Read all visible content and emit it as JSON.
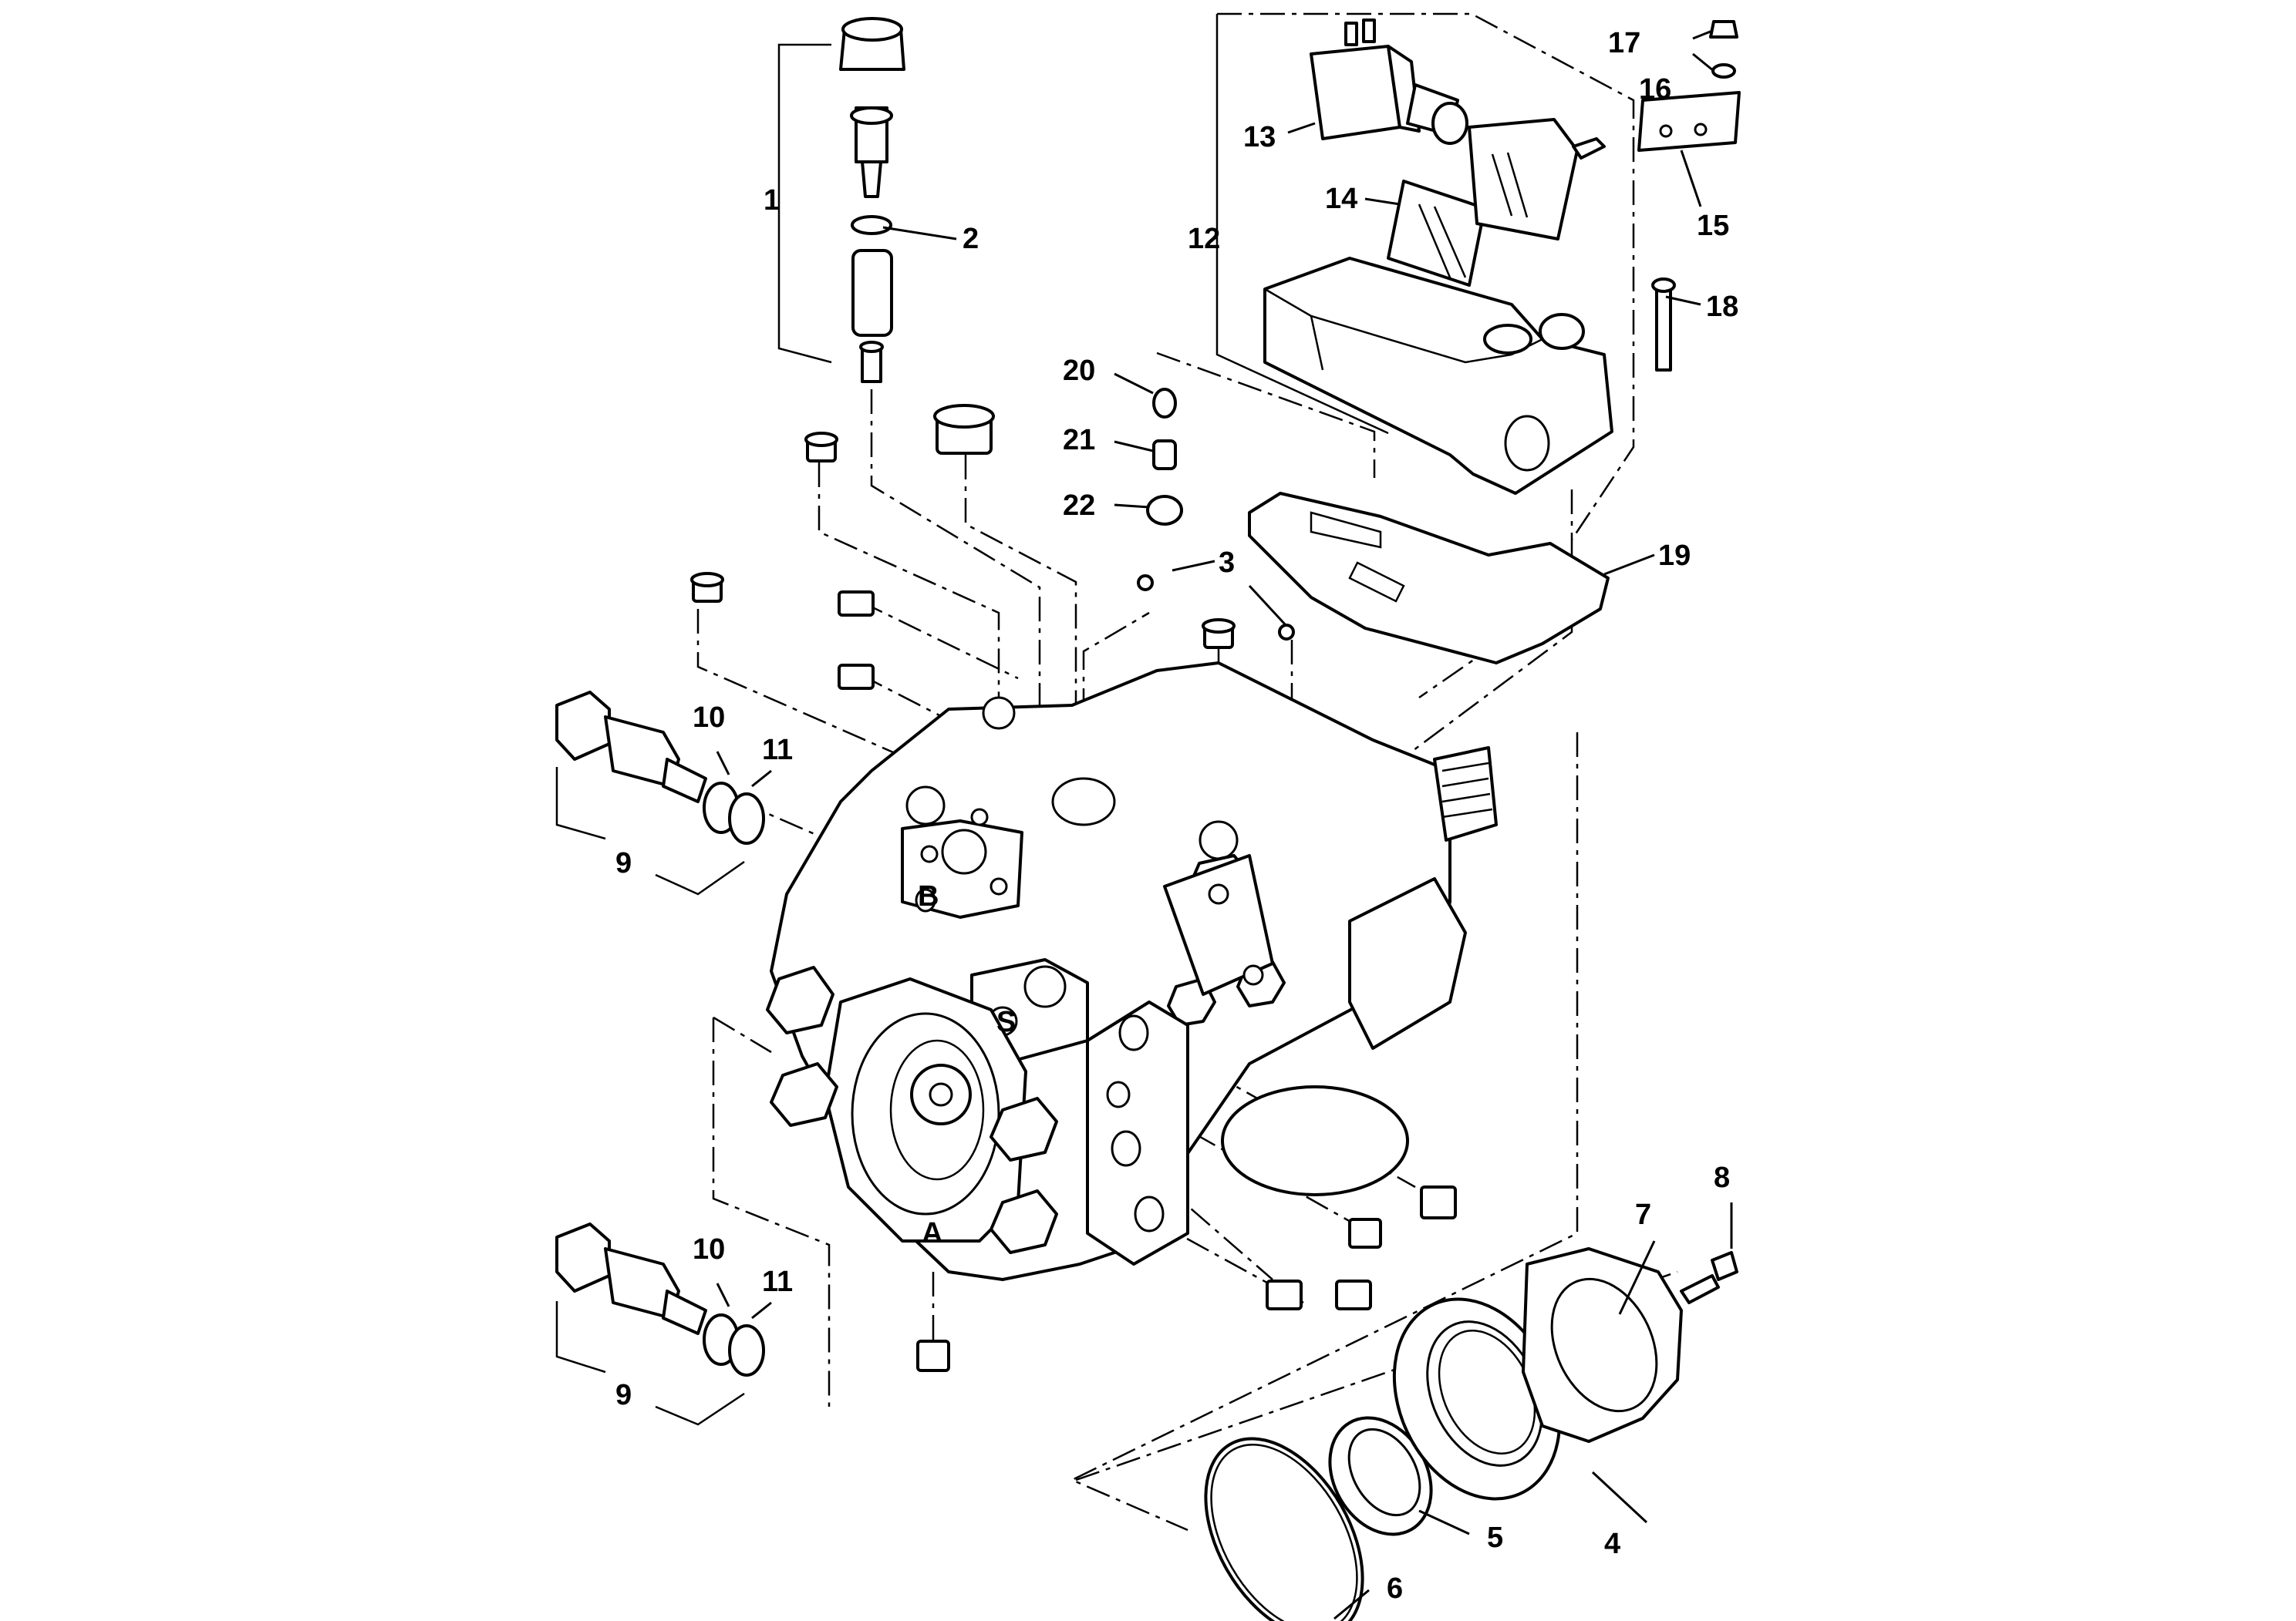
{
  "diagram": {
    "callouts": [
      {
        "id": "c1",
        "label": "1"
      },
      {
        "id": "c2",
        "label": "2"
      },
      {
        "id": "c3",
        "label": "3"
      },
      {
        "id": "c4",
        "label": "4"
      },
      {
        "id": "c5",
        "label": "5"
      },
      {
        "id": "c6",
        "label": "6"
      },
      {
        "id": "c7",
        "label": "7"
      },
      {
        "id": "c8",
        "label": "8"
      },
      {
        "id": "c9a",
        "label": "9"
      },
      {
        "id": "c9b",
        "label": "9"
      },
      {
        "id": "c10a",
        "label": "10"
      },
      {
        "id": "c10b",
        "label": "10"
      },
      {
        "id": "c11a",
        "label": "11"
      },
      {
        "id": "c11b",
        "label": "11"
      },
      {
        "id": "c12",
        "label": "12"
      },
      {
        "id": "c13",
        "label": "13"
      },
      {
        "id": "c14",
        "label": "14"
      },
      {
        "id": "c15",
        "label": "15"
      },
      {
        "id": "c16",
        "label": "16"
      },
      {
        "id": "c17",
        "label": "17"
      },
      {
        "id": "c18",
        "label": "18"
      },
      {
        "id": "c19",
        "label": "19"
      },
      {
        "id": "c20",
        "label": "20"
      },
      {
        "id": "c21",
        "label": "21"
      },
      {
        "id": "c22",
        "label": "22"
      }
    ],
    "housing_markings": {
      "port_b": "B",
      "port_s": "S",
      "port_a": "A"
    }
  }
}
